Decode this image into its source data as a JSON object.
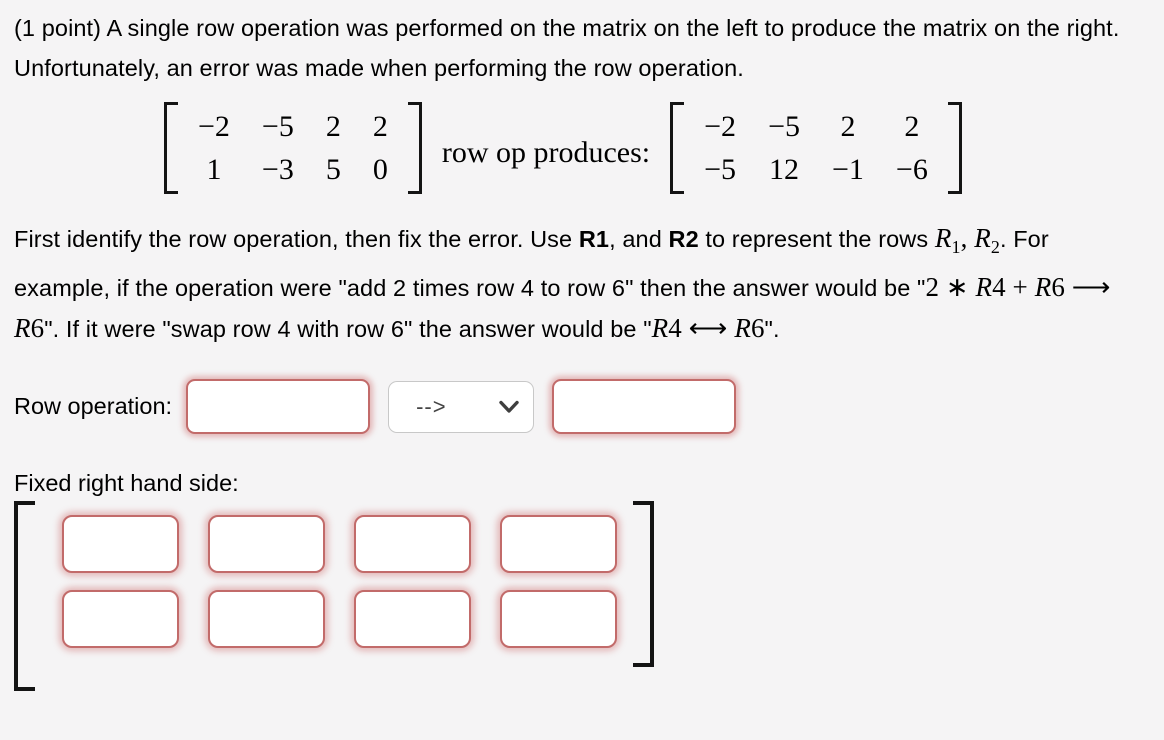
{
  "colors": {
    "background": "#f5f4f5",
    "answer_border": "#c26b6a",
    "answer_glow": "rgba(200,90,90,0.40)",
    "select_border": "#c8c8c8",
    "text": "#000000"
  },
  "problem": {
    "statement": "(1 point) A single row operation was performed on the matrix on the left to produce the matrix on the right. Unfortunately, an error was made when performing the row operation.",
    "left_matrix": {
      "rows": [
        [
          "−2",
          "−5",
          "2",
          "2"
        ],
        [
          "1",
          "−3",
          "5",
          "0"
        ]
      ]
    },
    "middle_label": "row op produces:",
    "right_matrix": {
      "rows": [
        [
          "−2",
          "−5",
          "2",
          "2"
        ],
        [
          "−5",
          "12",
          "−1",
          "−6"
        ]
      ]
    },
    "instructions_runs": [
      {
        "text": "First identify the row operation, then fix the error. Use ",
        "style": "sans"
      },
      {
        "text": "R1",
        "style": "bold"
      },
      {
        "text": ", and ",
        "style": "sans"
      },
      {
        "text": "R2",
        "style": "bold"
      },
      {
        "text": " to represent the rows ",
        "style": "sans"
      },
      {
        "text": "R",
        "style": "math-italic"
      },
      {
        "text": "1",
        "style": "math-sub"
      },
      {
        "text": ", ",
        "style": "math"
      },
      {
        "text": "R",
        "style": "math-italic"
      },
      {
        "text": "2",
        "style": "math-sub"
      },
      {
        "text": ". For example, if the operation were \"add 2 times row 4 to row 6\" then the answer would be \"",
        "style": "sans"
      },
      {
        "text": "2 ∗ ",
        "style": "math"
      },
      {
        "text": "R",
        "style": "math-italic"
      },
      {
        "text": "4 + ",
        "style": "math"
      },
      {
        "text": "R",
        "style": "math-italic"
      },
      {
        "text": "6 ⟶ ",
        "style": "math"
      },
      {
        "text": "R",
        "style": "math-italic"
      },
      {
        "text": "6",
        "style": "math"
      },
      {
        "text": "\". If it were \"swap row 4 with row 6\" the answer would be \"",
        "style": "sans"
      },
      {
        "text": "R",
        "style": "math-italic"
      },
      {
        "text": "4 ⟷ ",
        "style": "math"
      },
      {
        "text": "R",
        "style": "math-italic"
      },
      {
        "text": "6",
        "style": "math"
      },
      {
        "text": "\".",
        "style": "sans"
      }
    ]
  },
  "row_operation": {
    "label": "Row operation:",
    "first_input": {
      "value": "",
      "placeholder": ""
    },
    "arrow_select": {
      "selected": "-->",
      "options": [
        "-->"
      ]
    },
    "second_input": {
      "value": "",
      "placeholder": ""
    }
  },
  "fixed_rhs": {
    "label": "Fixed right hand side:",
    "inputs": [
      [
        "",
        "",
        "",
        ""
      ],
      [
        "",
        "",
        "",
        ""
      ]
    ]
  }
}
